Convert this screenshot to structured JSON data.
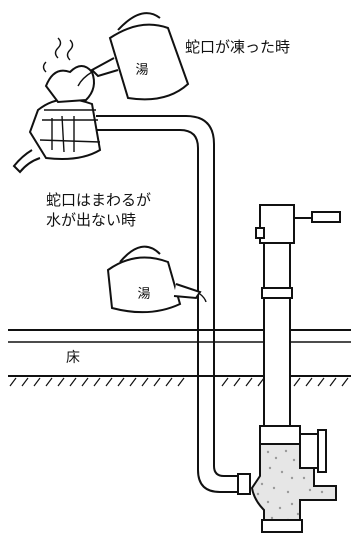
{
  "captions": {
    "frozen_faucet": "蛇口が凍った時",
    "turns_no_water_line1": "蛇口はまわるが",
    "turns_no_water_line2": "水が出ない時",
    "floor": "床"
  },
  "kettles": {
    "top_label": "湯",
    "middle_label": "湯"
  },
  "colors": {
    "ink": "#111111",
    "background": "#ffffff",
    "speckle": "#9a9a9a"
  }
}
